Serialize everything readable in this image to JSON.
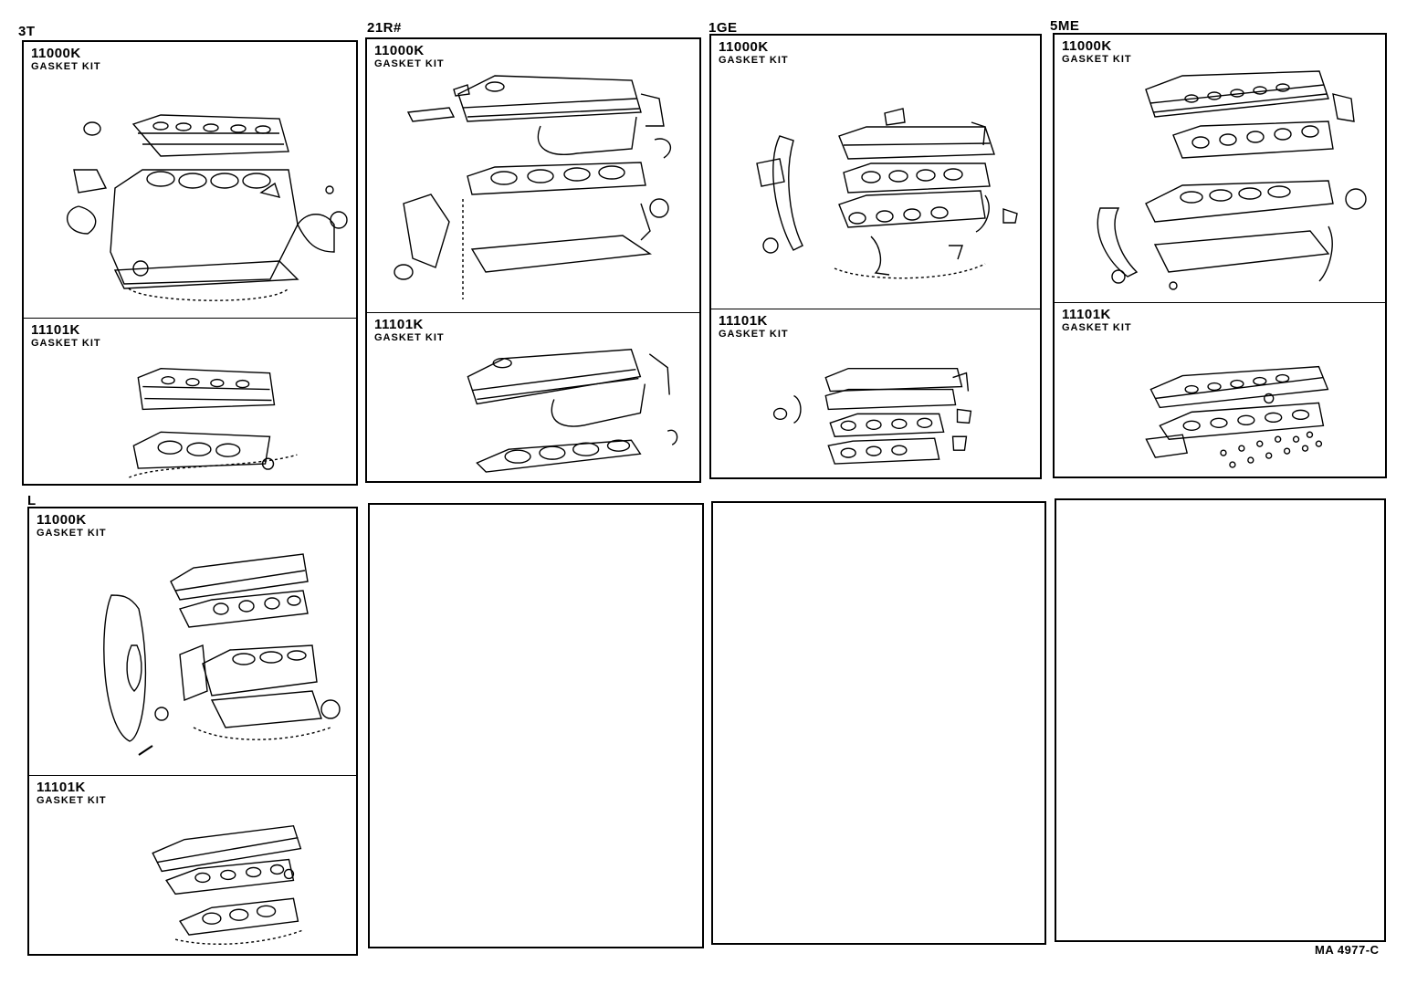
{
  "engines": {
    "e3t": {
      "label": "3T"
    },
    "e21r": {
      "label": "21R#"
    },
    "e1ge": {
      "label": "1GE"
    },
    "e5me": {
      "label": "5ME"
    },
    "el": {
      "label": "L"
    }
  },
  "panels": {
    "e3t": {
      "top": {
        "part_no": "11000K",
        "part_name": "GASKET KIT"
      },
      "bottom": {
        "part_no": "11101K",
        "part_name": "GASKET KIT"
      }
    },
    "e21r": {
      "top": {
        "part_no": "11000K",
        "part_name": "GASKET KIT"
      },
      "bottom": {
        "part_no": "11101K",
        "part_name": "GASKET KIT"
      }
    },
    "e1ge": {
      "top": {
        "part_no": "11000K",
        "part_name": "GASKET KIT"
      },
      "bottom": {
        "part_no": "11101K",
        "part_name": "GASKET KIT"
      }
    },
    "e5me": {
      "top": {
        "part_no": "11000K",
        "part_name": "GASKET KIT"
      },
      "bottom": {
        "part_no": "11101K",
        "part_name": "GASKET KIT"
      }
    },
    "el": {
      "top": {
        "part_no": "11000K",
        "part_name": "GASKET KIT"
      },
      "bottom": {
        "part_no": "11101K",
        "part_name": "GASKET KIT"
      }
    }
  },
  "doc_code": "MA 4977-C"
}
